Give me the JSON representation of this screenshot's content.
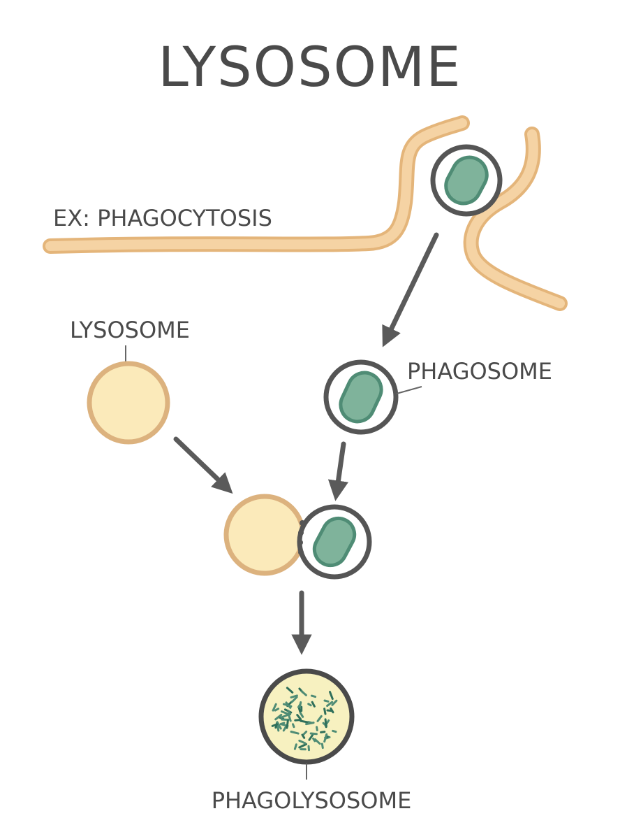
{
  "title": "LYSOSOME",
  "labels": {
    "example": "EX: PHAGOCYTOSIS",
    "lysosome": "LYSOSOME",
    "phagosome": "PHAGOSOME",
    "phagolysosome": "PHAGOLYSOSOME"
  },
  "colors": {
    "membrane": "#f2c893",
    "lysosome_fill": "#fbeaba",
    "lysosome_edge": "#dcb27e",
    "vesicle_edge": "#555555",
    "bacterium": "#7fb39b",
    "bacterium_edge": "#4f8c75",
    "phagolysosome_fill": "#f7f1c0",
    "arrow": "#5a5a5a",
    "text": "#4a4a4a"
  }
}
